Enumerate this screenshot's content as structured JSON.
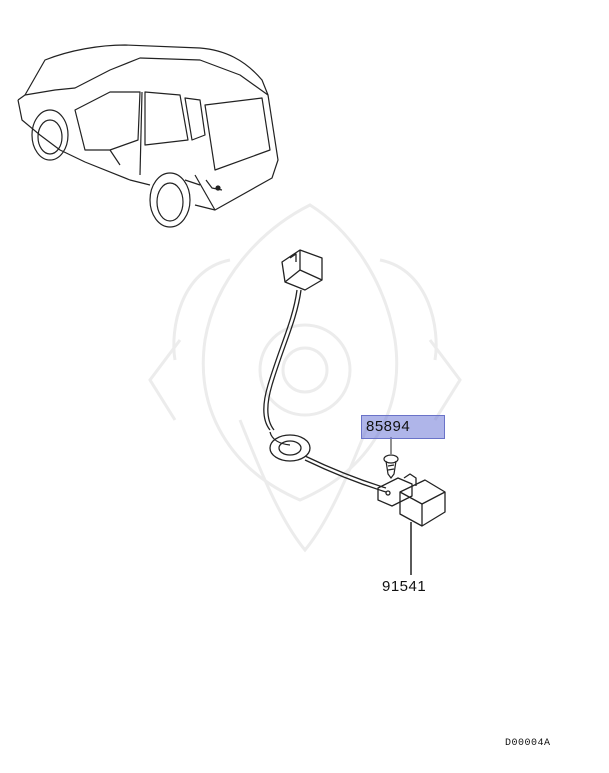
{
  "parts": [
    {
      "number": "85894",
      "highlighted": true
    },
    {
      "number": "91541",
      "highlighted": false
    }
  ],
  "diagram_id": "D00004A",
  "colors": {
    "highlight": "#8087d6",
    "line": "#222222",
    "watermark": "#ececec"
  }
}
